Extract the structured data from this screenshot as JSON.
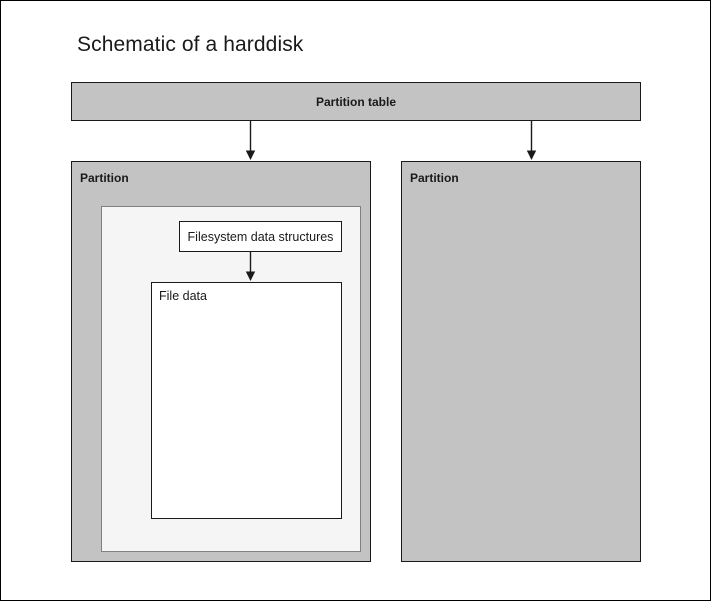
{
  "diagram": {
    "title": "Schematic of a harddisk",
    "page_border_color": "#000000",
    "background": "#ffffff"
  },
  "colors": {
    "partition_fill": "#c3c3c3",
    "inner_container_fill": "#f5f5f5",
    "box_fill": "#ffffff",
    "stroke": "#1a1a1a",
    "inner_stroke": "#808080",
    "text": "#1a1a1a"
  },
  "nodes": {
    "partition_table": {
      "label": "Partition table"
    },
    "partition_left": {
      "label": "Partition"
    },
    "partition_right": {
      "label": "Partition"
    },
    "filesystem_data_structures": {
      "label": "Filesystem data structures"
    },
    "file_data": {
      "label": "File data"
    }
  },
  "edges": [
    {
      "name": "partition-table-to-partition-left",
      "from": "partition_table",
      "to": "partition_left",
      "direction": "down",
      "arrowhead": "filled-triangle"
    },
    {
      "name": "partition-table-to-partition-right",
      "from": "partition_table",
      "to": "partition_right",
      "direction": "down",
      "arrowhead": "filled-triangle"
    },
    {
      "name": "filesystem-to-file-data",
      "from": "filesystem_data_structures",
      "to": "file_data",
      "direction": "down",
      "arrowhead": "filled-triangle"
    }
  ]
}
